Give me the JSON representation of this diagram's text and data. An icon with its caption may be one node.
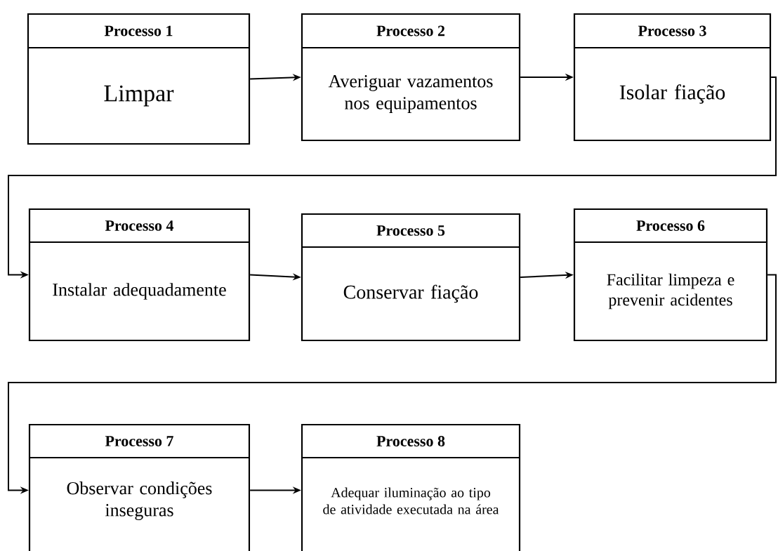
{
  "diagram": {
    "nodes": [
      {
        "text": [
          "Processo 1",
          "Limpar"
        ]
      },
      {
        "text": [
          "Processo 2",
          "Averiguar vazamentos nos equipamentos"
        ]
      },
      {
        "text": [
          "Processo 3",
          "Isolar fiação"
        ]
      },
      {
        "text": [
          "Processo 4",
          "Instalar adequadamente"
        ]
      },
      {
        "text": [
          "Processo 5",
          "Conservar fiação"
        ]
      },
      {
        "text": [
          "Processo 6",
          "Facilitar limpeza e prevenir acidentes"
        ]
      },
      {
        "text": [
          "Processo 7",
          "Observar condições inseguras"
        ]
      },
      {
        "text": [
          "Processo 8",
          "Adequar iluminação ao tipo de atividade executada na área"
        ]
      }
    ],
    "edges": [
      {
        "from": 0,
        "to": 1,
        "arrow": "to"
      },
      {
        "from": 1,
        "to": 2,
        "arrow": "to"
      },
      {
        "from": 2,
        "to": 3,
        "arrow": "to"
      },
      {
        "from": 3,
        "to": 4,
        "arrow": "to"
      },
      {
        "from": 4,
        "to": 5,
        "arrow": "to"
      },
      {
        "from": 5,
        "to": 6,
        "arrow": "to"
      },
      {
        "from": 6,
        "to": 7,
        "arrow": "to"
      }
    ]
  }
}
